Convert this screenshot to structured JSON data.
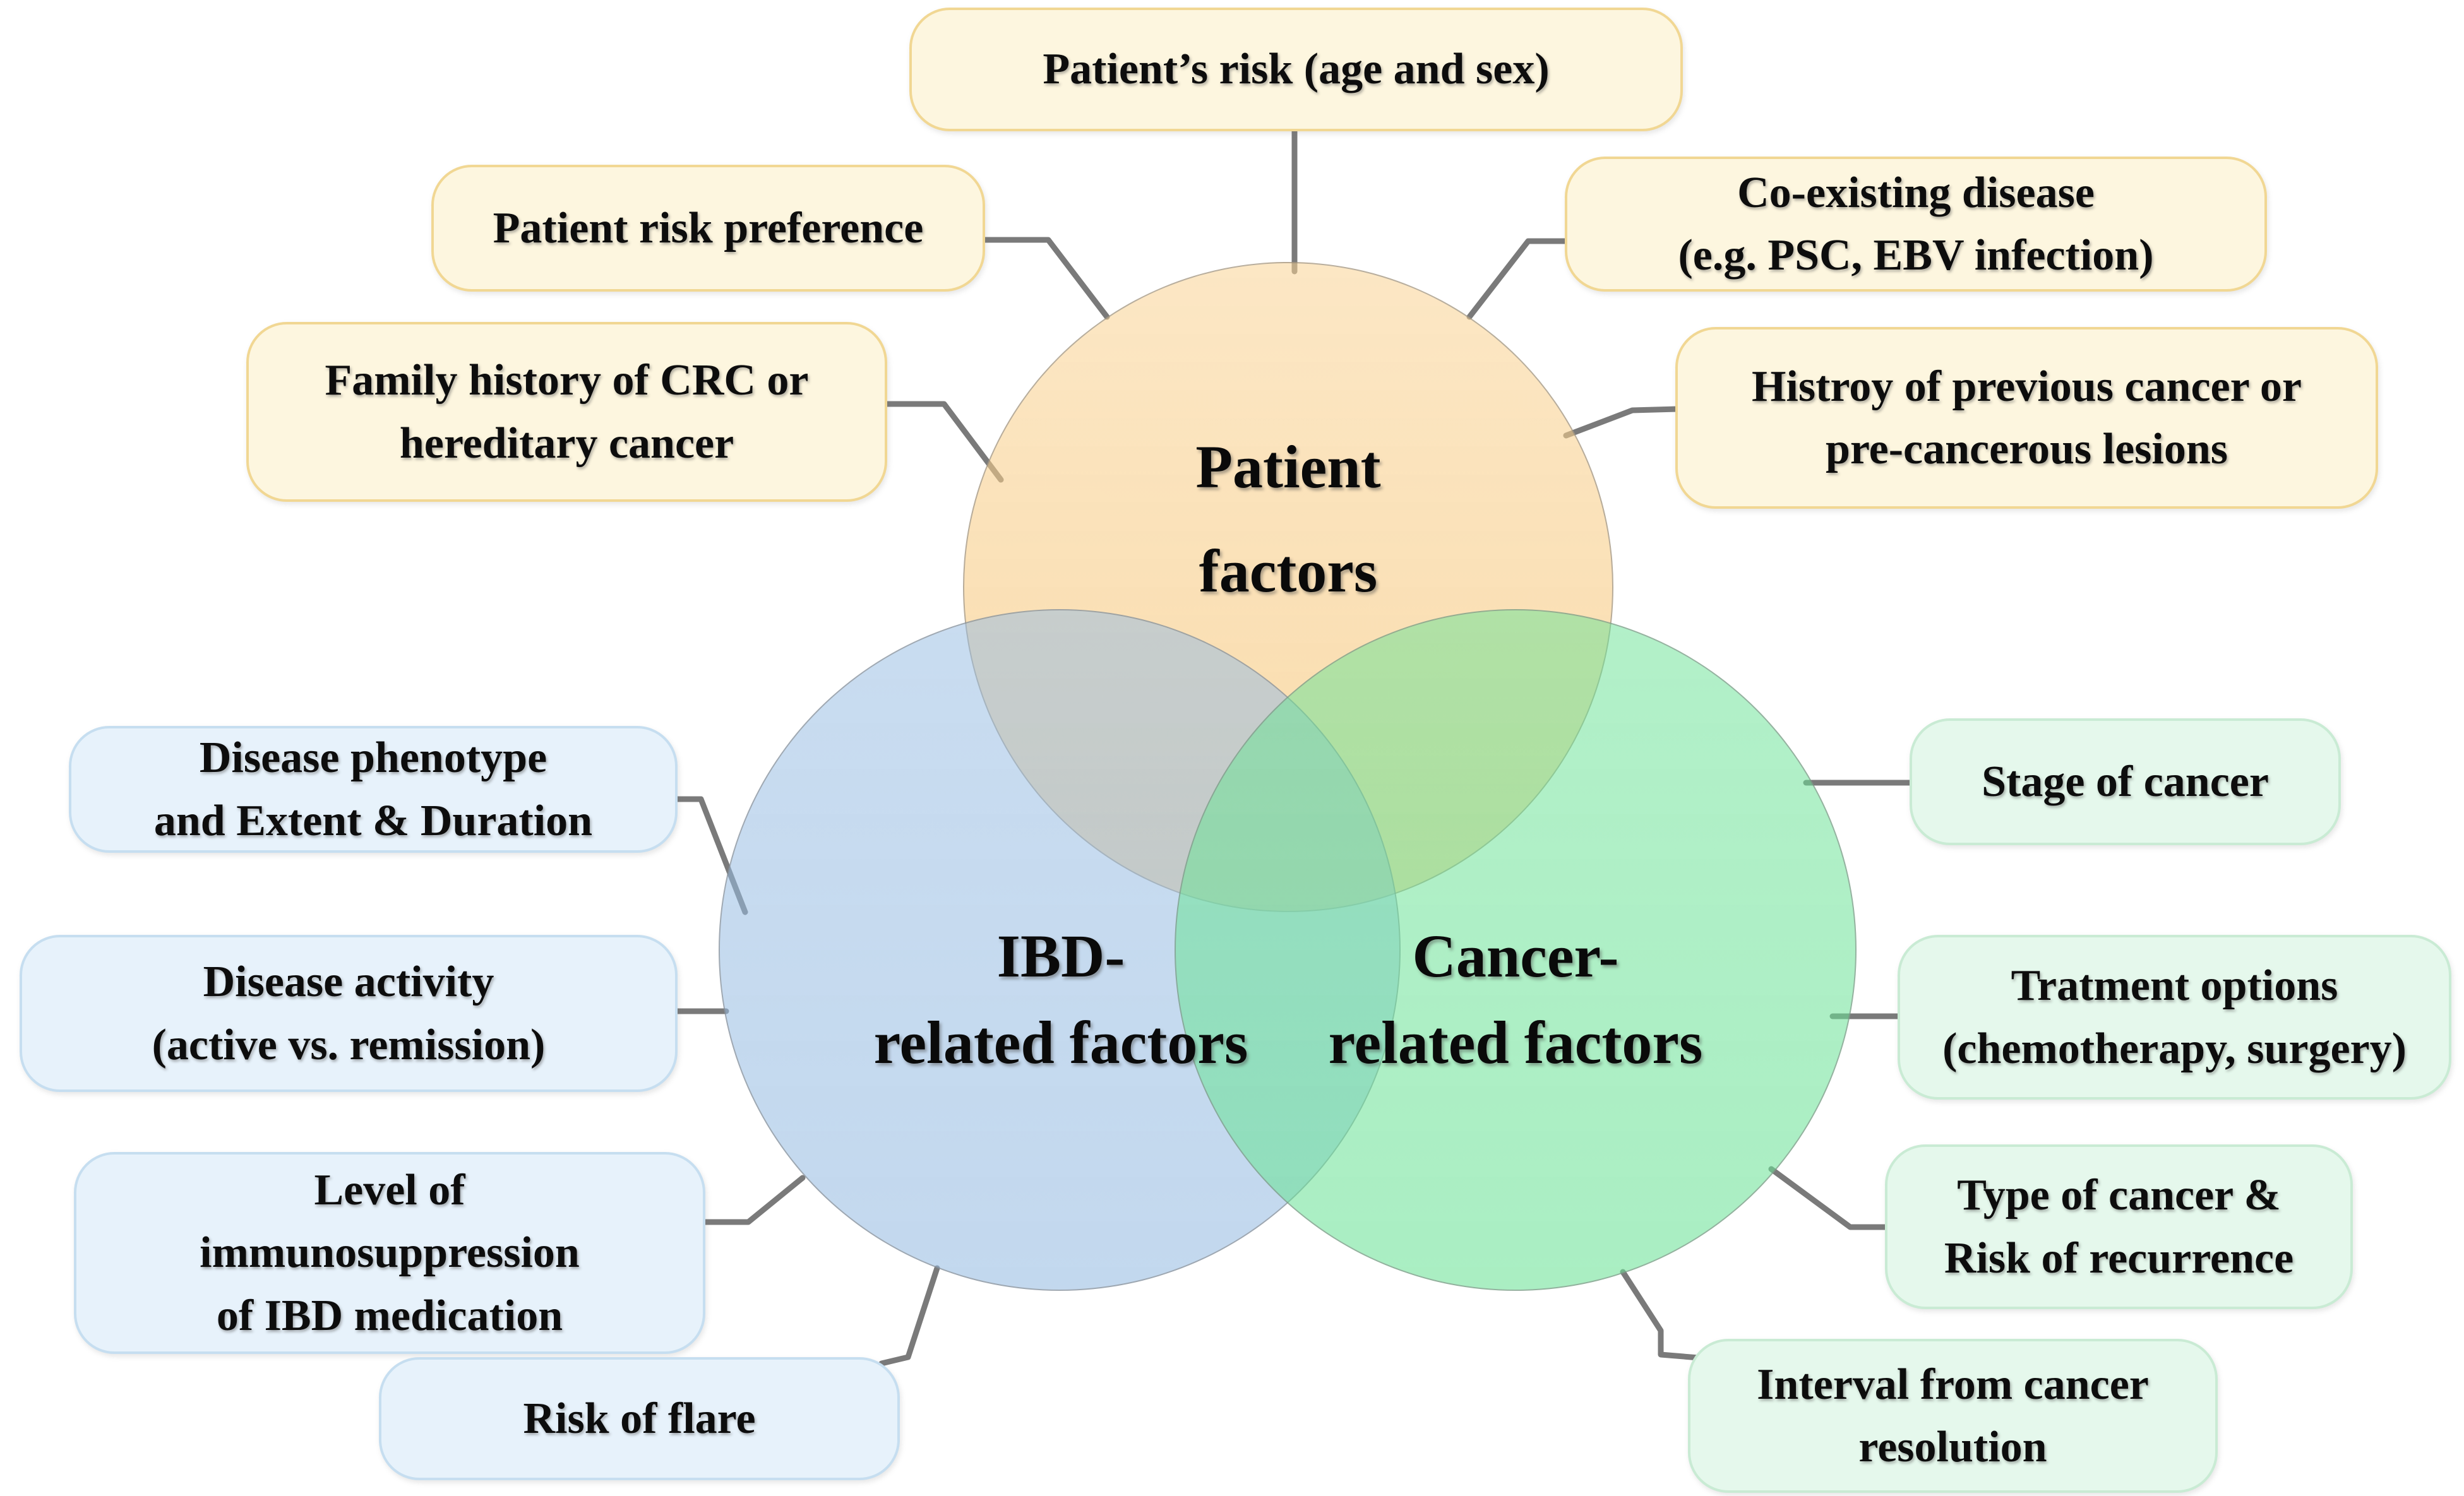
{
  "diagram": {
    "title_implicit": "Venn diagram of factors",
    "palette": {
      "patient_circle_fill": "#FADDB0",
      "ibd_circle_fill": "#C6DAEF",
      "cancer_circle_fill": "#AEEFC6",
      "yellow_box_fill": "#FDF6DF",
      "yellow_box_border": "#F1D793",
      "blue_box_fill": "#E7F2FB",
      "blue_box_border": "#C6DEF0",
      "green_box_fill": "#E5F8EC",
      "green_box_border": "#C9EBD4",
      "connector_color": "#7A7A7A",
      "text_color": "#0D0D0D"
    },
    "circles": {
      "patient": {
        "lines": [
          "Patient",
          "factors"
        ]
      },
      "ibd": {
        "lines": [
          "IBD-",
          "related factors"
        ]
      },
      "cancer": {
        "lines": [
          "Cancer-",
          "related factors"
        ]
      }
    },
    "boxes": {
      "patient_risk": {
        "group": "patient",
        "lines": [
          "Patient’s risk (age and sex)"
        ]
      },
      "risk_preference": {
        "group": "patient",
        "lines": [
          "Patient risk preference"
        ]
      },
      "coexisting": {
        "group": "patient",
        "lines": [
          "Co-existing disease",
          "(e.g. PSC, EBV infection)"
        ]
      },
      "family_history": {
        "group": "patient",
        "lines": [
          "Family history of CRC or",
          "hereditary cancer"
        ]
      },
      "history_previous": {
        "group": "patient",
        "lines": [
          "Histroy of previous cancer or",
          "pre-cancerous lesions"
        ]
      },
      "phenotype": {
        "group": "ibd",
        "lines": [
          "Disease phenotype",
          "and Extent & Duration"
        ]
      },
      "activity": {
        "group": "ibd",
        "lines": [
          "Disease activity",
          "(active vs. remission)"
        ]
      },
      "immunosuppression": {
        "group": "ibd",
        "lines": [
          "Level of",
          "immunosuppression",
          "of IBD medication"
        ]
      },
      "flare": {
        "group": "ibd",
        "lines": [
          "Risk of flare"
        ]
      },
      "stage": {
        "group": "cancer",
        "lines": [
          "Stage of cancer"
        ]
      },
      "treatment": {
        "group": "cancer",
        "lines": [
          "Tratment options",
          "(chemotherapy, surgery)"
        ]
      },
      "type_recurrence": {
        "group": "cancer",
        "lines": [
          "Type of cancer &",
          "Risk of recurrence"
        ]
      },
      "interval": {
        "group": "cancer",
        "lines": [
          "Interval from cancer",
          "resolution"
        ]
      }
    }
  }
}
